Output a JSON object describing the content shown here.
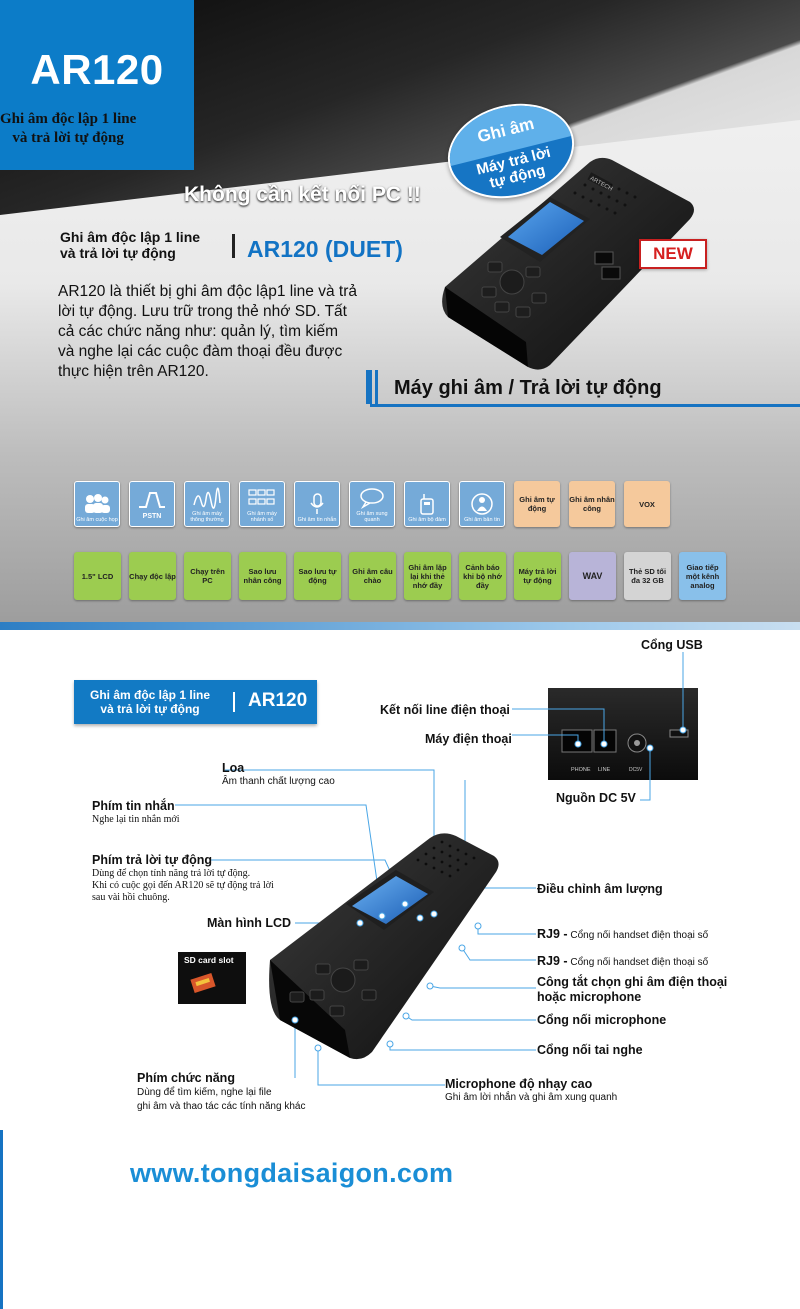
{
  "banner": {
    "model": "AR120",
    "model_sub_line1": "Ghi âm độc lập 1 line",
    "model_sub_line2": "và trả lời tự động",
    "no_pc": "Không cần kết nối PC !!",
    "badge_line1": "Ghi âm",
    "badge_line2a": "Máy trả lời",
    "badge_line2b": "tự động",
    "new_tag": "NEW",
    "heading_left_1": "Ghi âm độc lập 1 line",
    "heading_left_2": "và trả lời tự động",
    "heading_right": "AR120 (DUET)",
    "description": "AR120 là thiết bị ghi âm độc lập1 line và trả lời tự động. Lưu trữ trong thẻ nhớ SD. Tất cả các chức năng như: quản lý, tìm kiếm và nghe lại các cuộc đàm thoại đều được thực hiện trên AR120.",
    "section_title": "Máy ghi âm / Trả lời tự động",
    "device_brand": "ARTECH"
  },
  "features_row1": [
    {
      "icon": "meeting-icon",
      "label": "Ghi âm cuộc họp",
      "color": "blue"
    },
    {
      "icon": "pstn-icon",
      "label": "PSTN",
      "color": "blue"
    },
    {
      "icon": "waveform-icon",
      "label": "Ghi âm máy thông thường",
      "color": "blue"
    },
    {
      "icon": "grid-icon",
      "label": "Ghi âm máy nhánh số",
      "color": "blue"
    },
    {
      "icon": "microphone-icon",
      "label": "Ghi âm tin nhắn",
      "color": "blue"
    },
    {
      "icon": "speech-icon",
      "label": "Ghi âm xung quanh",
      "color": "blue"
    },
    {
      "icon": "radio-icon",
      "label": "Ghi âm bộ đàm",
      "color": "blue"
    },
    {
      "icon": "person-icon",
      "label": "Ghi âm bản tin",
      "color": "blue"
    },
    {
      "label": "Ghi âm tự động",
      "color": "orange"
    },
    {
      "label": "Ghi âm nhân công",
      "color": "orange"
    },
    {
      "label": "VOX",
      "color": "orange"
    }
  ],
  "features_row2": [
    {
      "label": "1.5\" LCD",
      "color": "green"
    },
    {
      "label": "Chạy độc lập",
      "color": "green"
    },
    {
      "label": "Chạy trên PC",
      "color": "green"
    },
    {
      "label": "Sao lưu nhân công",
      "color": "green"
    },
    {
      "label": "Sao lưu tự động",
      "color": "green"
    },
    {
      "label": "Ghi âm câu chào",
      "color": "green"
    },
    {
      "label": "Ghi âm lặp lại khi thẻ nhớ đầy",
      "color": "green"
    },
    {
      "label": "Cảnh báo khi bộ nhớ đầy",
      "color": "green"
    },
    {
      "label": "Máy trả lời tự động",
      "color": "green"
    },
    {
      "label": "WAV",
      "color": "purple"
    },
    {
      "label": "Thẻ SD tối đa 32 GB",
      "color": "gray"
    },
    {
      "label": "Giao tiếp một kênh analog",
      "color": "lightblue"
    }
  ],
  "lower": {
    "box_left_1": "Ghi âm độc lập 1 line",
    "box_left_2": "và trả lời tự động",
    "box_right": "AR120",
    "usb_port": "Cổng USB",
    "line_connect": "Kết nối line điện thoại",
    "phone": "Máy điện thoại",
    "dc_power": "Nguồn DC 5V",
    "port_phone": "PHONE",
    "port_line": "LINE",
    "port_dc": "DC5V",
    "speaker_title": "Loa",
    "speaker_sub": "Âm thanh chất lượng cao",
    "msg_key_title": "Phím tin nhắn",
    "msg_key_sub": "Nghe lại tin nhắn mới",
    "auto_key_title": "Phím trả lời tự động",
    "auto_key_sub1": "Dùng để chọn tính năng trả lời tự động.",
    "auto_key_sub2": "Khi có cuộc gọi đến AR120 sẽ tự động trả lời",
    "auto_key_sub3": "sau vài hồi chuông.",
    "lcd": "Màn hình LCD",
    "sd_slot": "SD card slot",
    "func_key_title": "Phím chức năng",
    "func_key_sub1": "Dùng để tìm kiếm, nghe lại file",
    "func_key_sub2": "ghi âm và thao tác các tính năng khác",
    "volume": "Điều chỉnh âm lượng",
    "rj9_a_bold": "RJ9 -",
    "rj9_a": " Cổng nối handset điện thoại số",
    "rj9_b_bold": "RJ9 -",
    "rj9_b": " Cổng nối handset điện thoại số",
    "switch_1": "Công tắt chọn ghi âm điện thoại",
    "switch_2": "hoặc microphone",
    "mic_port": "Cổng nối microphone",
    "headphone_port": "Cổng nối tai nghe",
    "mic_sens_title": "Microphone độ nhạy cao",
    "mic_sens_sub": "Ghi âm lời nhắn và ghi âm xung quanh"
  },
  "website": "www.tongdaisaigon.com"
}
